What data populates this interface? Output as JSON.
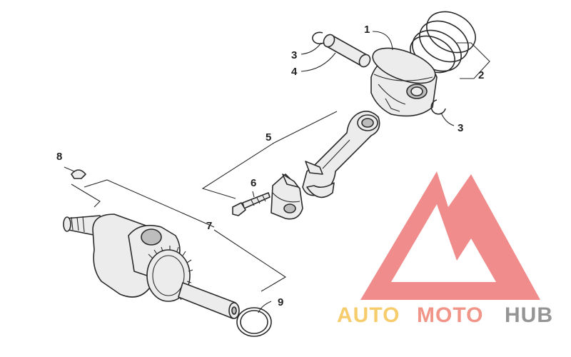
{
  "diagram": {
    "callouts": [
      "1",
      "2",
      "3",
      "3",
      "4",
      "5",
      "6",
      "7",
      "8",
      "9"
    ]
  },
  "watermark": {
    "word_a": "AUTO",
    "word_b": "MOTO",
    "word_c": "HUB",
    "colors": {
      "logo_red": "#f08080",
      "auto_gold": "#f6c75e",
      "moto_red": "#f08a7c",
      "hub_gray": "#8a8a8a"
    }
  }
}
